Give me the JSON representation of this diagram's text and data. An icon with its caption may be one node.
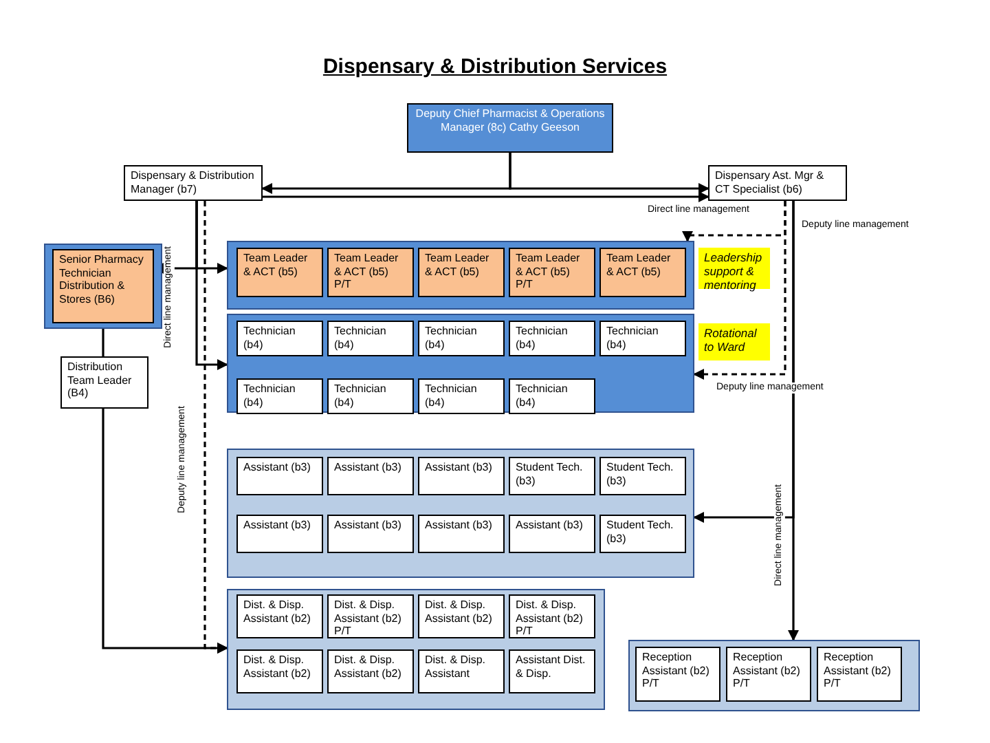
{
  "diagram": {
    "title": "Dispensary & Distribution Services",
    "nodes": [
      {
        "text": [
          "Deputy Chief Pharmacist & Operations Manager (8c) Cathy Geeson"
        ]
      },
      {
        "text": [
          "Dispensary & Distribution Manager (b7)"
        ]
      },
      {
        "text": [
          "Dispensary Ast. Mgr & CT Specialist (b6)"
        ]
      },
      {
        "text": [],
        "shape": "box"
      },
      {
        "text": [
          "Senior Pharmacy Technician Distribution & Stores (B6)"
        ],
        "in": 3
      },
      {
        "text": [
          "Distribution Team Leader (B4)"
        ]
      },
      {
        "text": [],
        "shape": "box"
      },
      {
        "text": [
          "Team Leader & ACT (b5)"
        ],
        "in": 6
      },
      {
        "text": [
          "Team Leader & ACT (b5) P/T"
        ],
        "in": 6
      },
      {
        "text": [
          "Team Leader & ACT (b5)"
        ],
        "in": 6
      },
      {
        "text": [
          "Team Leader & ACT (b5) P/T"
        ],
        "in": 6
      },
      {
        "text": [
          "Team Leader & ACT (b5)"
        ],
        "in": 6
      },
      {
        "text": [
          "Leadership support & mentoring"
        ]
      },
      {
        "text": [],
        "shape": "box"
      },
      {
        "text": [
          "Technician (b4)"
        ],
        "in": 13
      },
      {
        "text": [
          "Technician (b4)"
        ],
        "in": 13
      },
      {
        "text": [
          "Technician (b4)"
        ],
        "in": 13
      },
      {
        "text": [
          "Technician (b4)"
        ],
        "in": 13
      },
      {
        "text": [
          "Technician (b4)"
        ],
        "in": 13
      },
      {
        "text": [
          "Technician (b4)"
        ],
        "in": 13
      },
      {
        "text": [
          "Technician (b4)"
        ],
        "in": 13
      },
      {
        "text": [
          "Technician (b4)"
        ],
        "in": 13
      },
      {
        "text": [
          "Technician (b4)"
        ],
        "in": 13
      },
      {
        "text": [
          "Rotational to Ward"
        ]
      },
      {
        "text": [],
        "shape": "box"
      },
      {
        "text": [
          "Assistant (b3)"
        ],
        "in": 24
      },
      {
        "text": [
          "Assistant (b3)"
        ],
        "in": 24
      },
      {
        "text": [
          "Assistant (b3)"
        ],
        "in": 24
      },
      {
        "text": [
          "Student Tech. (b3)"
        ],
        "in": 24
      },
      {
        "text": [
          "Student Tech. (b3)"
        ],
        "in": 24
      },
      {
        "text": [
          "Assistant (b3)"
        ],
        "in": 24
      },
      {
        "text": [
          "Assistant (b3)"
        ],
        "in": 24
      },
      {
        "text": [
          "Assistant (b3)"
        ],
        "in": 24
      },
      {
        "text": [
          "Assistant (b3)"
        ],
        "in": 24
      },
      {
        "text": [
          "Student Tech. (b3)"
        ],
        "in": 24
      },
      {
        "text": [],
        "shape": "box"
      },
      {
        "text": [
          "Dist. & Disp. Assistant (b2)"
        ],
        "in": 35
      },
      {
        "text": [
          "Dist. & Disp. Assistant (b2) P/T"
        ],
        "in": 35
      },
      {
        "text": [
          "Dist. & Disp. Assistant (b2)"
        ],
        "in": 35
      },
      {
        "text": [
          "Dist. & Disp. Assistant (b2) P/T"
        ],
        "in": 35
      },
      {
        "text": [
          "Dist. & Disp. Assistant (b2)"
        ],
        "in": 35
      },
      {
        "text": [
          "Dist. & Disp. Assistant (b2)"
        ],
        "in": 35
      },
      {
        "text": [
          "Dist. & Disp. Assistant"
        ],
        "in": 35
      },
      {
        "text": [
          "Assistant Dist. & Disp."
        ],
        "in": 35
      },
      {
        "text": [],
        "shape": "box"
      },
      {
        "text": [
          "Reception Assistant (b2) P/T"
        ],
        "in": 44
      },
      {
        "text": [
          "Reception Assistant (b2) P/T"
        ],
        "in": 44
      },
      {
        "text": [
          "Reception Assistant (b2) P/T"
        ],
        "in": 44
      }
    ],
    "edges": [
      {
        "from": 0,
        "to": 1,
        "arrow": "to"
      },
      {
        "from": 0,
        "to": 2,
        "arrow": "to"
      },
      {
        "from": 1,
        "to": 2,
        "arrow": "to",
        "label": "Direct line management"
      },
      {
        "from": 1,
        "to": 4,
        "arrow": "to",
        "label": "Direct line management"
      },
      {
        "from": 1,
        "to": 6,
        "arrow": "to"
      },
      {
        "from": 1,
        "to": 13,
        "arrow": "to"
      },
      {
        "from": 1,
        "to": 35,
        "arrow": "to",
        "style": "dashed",
        "label": "Deputy line management"
      },
      {
        "from": 3,
        "to": 5,
        "arrow": "none"
      },
      {
        "from": 5,
        "to": 35,
        "arrow": "to"
      },
      {
        "from": 2,
        "to": 6,
        "arrow": "to",
        "style": "dashed",
        "label": "Deputy line management"
      },
      {
        "from": 2,
        "to": 13,
        "arrow": "to",
        "style": "dashed",
        "label": "Deputy line management"
      },
      {
        "from": 2,
        "to": 24,
        "arrow": "to",
        "label": "Direct line management"
      },
      {
        "from": 2,
        "to": 44,
        "arrow": "to"
      }
    ]
  }
}
